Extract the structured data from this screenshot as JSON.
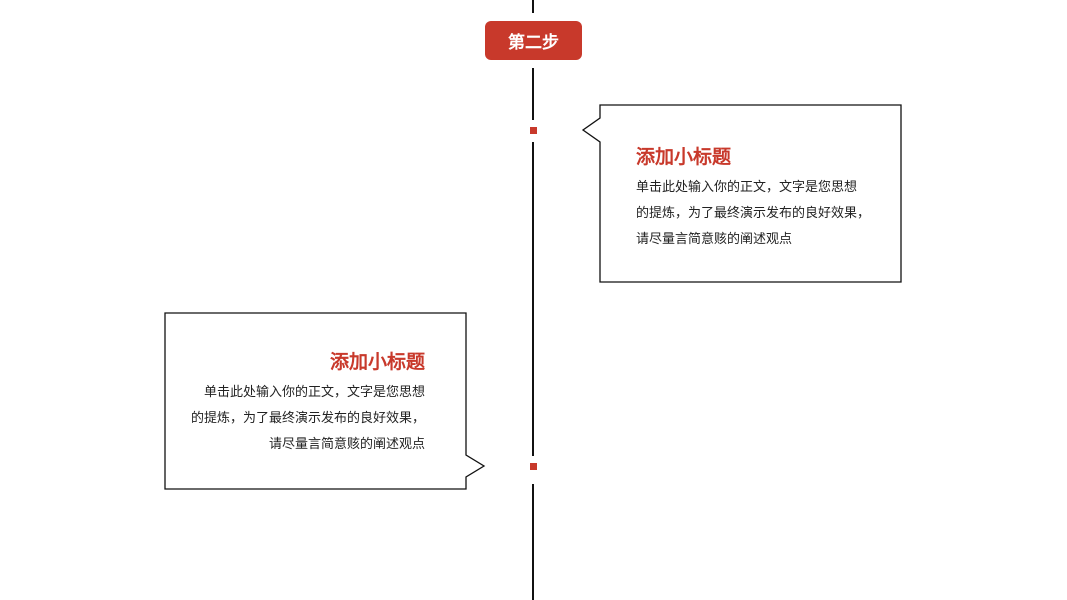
{
  "accent": "#c8392b",
  "step_label": "第二步",
  "cards": [
    {
      "title": "添加小标题",
      "lines": [
        "单击此处输入你的正文，文字是您思想",
        "的提炼，为了最终演示发布的良好效果，",
        "请尽量言简意赅的阐述观点"
      ]
    },
    {
      "title": "添加小标题",
      "lines": [
        "单击此处输入你的正文，文字是您思想",
        "的提炼，为了最终演示发布的良好效果，",
        "请尽量言简意赅的阐述观点"
      ]
    }
  ]
}
